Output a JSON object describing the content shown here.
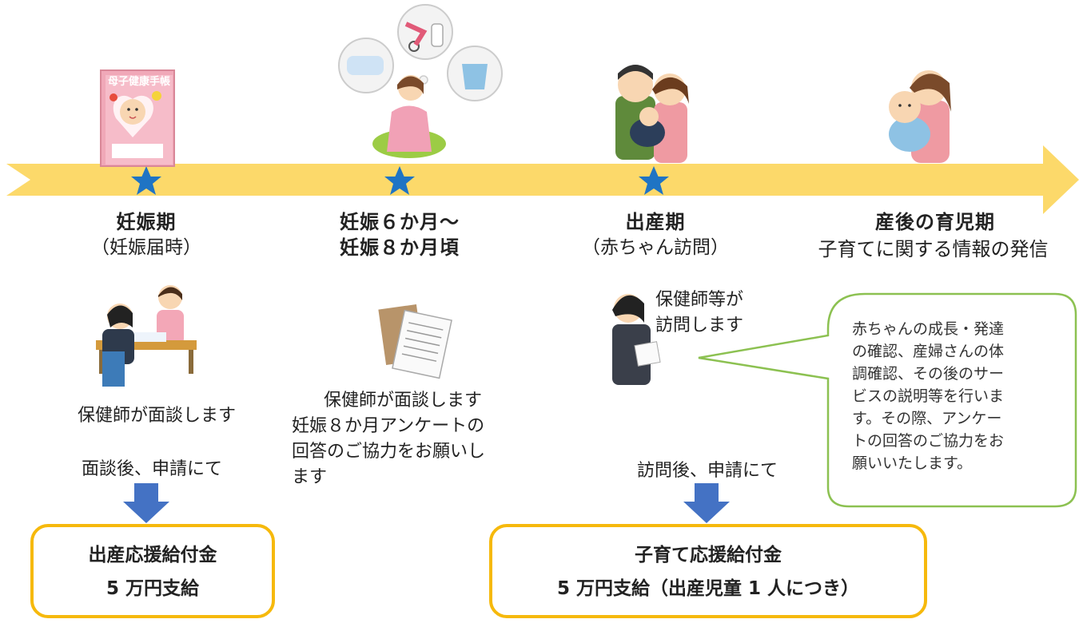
{
  "stages": [
    {
      "title": "妊娠期",
      "subtitle": "（妊娠届時）"
    },
    {
      "title_line1": "妊娠６か月～",
      "title_line2": "妊娠８か月頃"
    },
    {
      "title": "出産期",
      "subtitle": "（赤ちゃん訪問）"
    },
    {
      "title": "産後の育児期",
      "subtitle": "子育てに関する情報の発信"
    }
  ],
  "notebook_label": "母子健康手帳",
  "interview1": "保健師が面談します",
  "apply1": "面談後、申請にて",
  "interview2_line1": "保健師が面談します",
  "interview2_line2": "妊娠８か月アンケートの",
  "interview2_line3": "回答のご協力をお願いし",
  "interview2_line4": "ます",
  "visit_line1": "保健師等が",
  "visit_line2": "訪問します",
  "apply2": "訪問後、申請にて",
  "bubble_lines": [
    "赤ちゃんの成長・発達",
    "の確認、産婦さんの体",
    "調確認、その後のサー",
    "ビスの説明等を行いま",
    "す。その際、アンケー",
    "トの回答のご協力をお",
    "願いいたします。"
  ],
  "award1_line1": "出産応援給付金",
  "award1_line2": "5 万円支給",
  "award2_line1": "子育て応援給付金",
  "award2_line2": "5 万円支給（出産児童 1 人につき）",
  "colors": {
    "timeline": "#fcd96a",
    "star": "#1f74c4",
    "down_arrow": "#4472c4",
    "award_border": "#f6b90c",
    "bubble_border": "#8cc151"
  }
}
